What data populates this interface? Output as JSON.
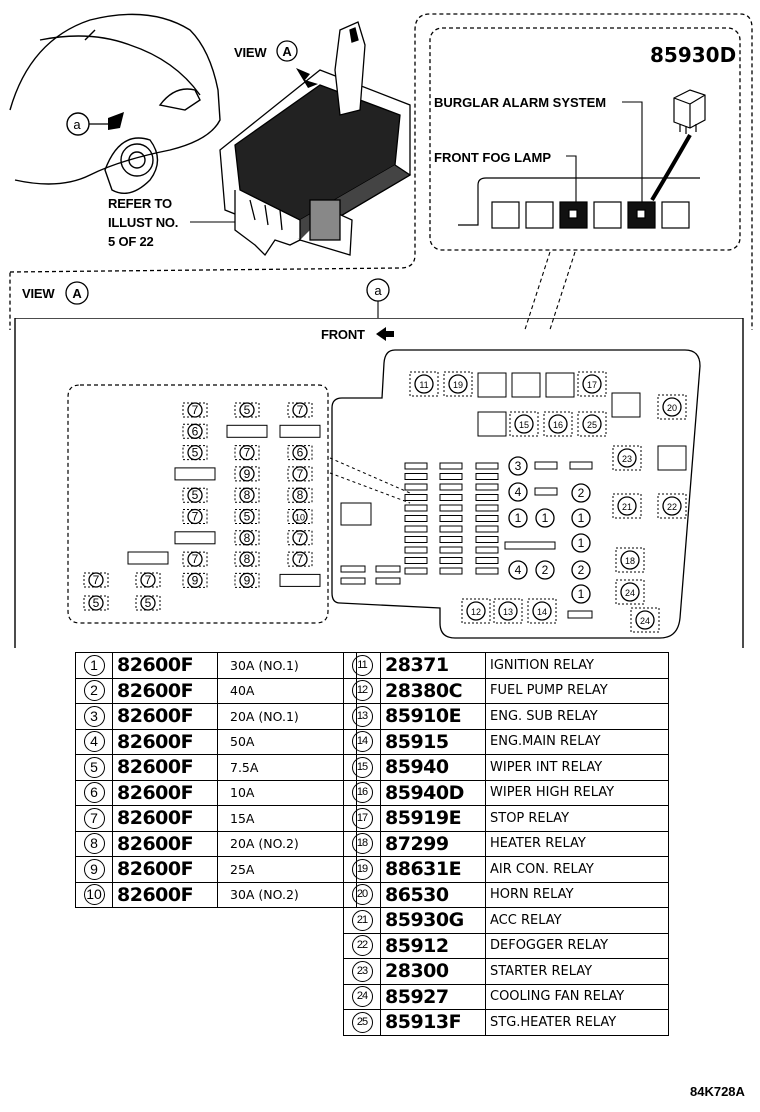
{
  "header": {
    "view_a_label": "VIEW",
    "view_a_letter": "A",
    "refer_to": "REFER TO",
    "illust_no": "ILLUST NO.",
    "page_ref": "5 OF 22",
    "callout_a": "a"
  },
  "inset": {
    "part_number": "85930D",
    "burglar_label": "BURGLAR ALARM SYSTEM",
    "fog_label": "FRONT FOG LAMP"
  },
  "main": {
    "view_label": "VIEW",
    "view_letter": "A",
    "callout_a": "a",
    "front_label": "FRONT"
  },
  "fuses": [
    {
      "num": "1",
      "part": "82600F",
      "rating": "30A (NO.1)"
    },
    {
      "num": "2",
      "part": "82600F",
      "rating": "40A"
    },
    {
      "num": "3",
      "part": "82600F",
      "rating": "20A (NO.1)"
    },
    {
      "num": "4",
      "part": "82600F",
      "rating": "50A"
    },
    {
      "num": "5",
      "part": "82600F",
      "rating": "7.5A"
    },
    {
      "num": "6",
      "part": "82600F",
      "rating": "10A"
    },
    {
      "num": "7",
      "part": "82600F",
      "rating": "15A"
    },
    {
      "num": "8",
      "part": "82600F",
      "rating": "20A (NO.2)"
    },
    {
      "num": "9",
      "part": "82600F",
      "rating": "25A"
    },
    {
      "num": "10",
      "part": "82600F",
      "rating": "30A (NO.2)"
    }
  ],
  "relays": [
    {
      "num": "11",
      "part": "28371",
      "desc": "IGNITION RELAY"
    },
    {
      "num": "12",
      "part": "28380C",
      "desc": "FUEL PUMP RELAY"
    },
    {
      "num": "13",
      "part": "85910E",
      "desc": "ENG. SUB RELAY"
    },
    {
      "num": "14",
      "part": "85915",
      "desc": "ENG.MAIN RELAY"
    },
    {
      "num": "15",
      "part": "85940",
      "desc": "WIPER INT RELAY"
    },
    {
      "num": "16",
      "part": "85940D",
      "desc": "WIPER HIGH RELAY"
    },
    {
      "num": "17",
      "part": "85919E",
      "desc": "STOP RELAY"
    },
    {
      "num": "18",
      "part": "87299",
      "desc": "HEATER RELAY"
    },
    {
      "num": "19",
      "part": "88631E",
      "desc": "AIR CON. RELAY"
    },
    {
      "num": "20",
      "part": "86530",
      "desc": "HORN RELAY"
    },
    {
      "num": "21",
      "part": "85930G",
      "desc": "ACC RELAY"
    },
    {
      "num": "22",
      "part": "85912",
      "desc": "DEFOGGER RELAY"
    },
    {
      "num": "23",
      "part": "28300",
      "desc": "STARTER RELAY"
    },
    {
      "num": "24",
      "part": "85927",
      "desc": "COOLING FAN RELAY"
    },
    {
      "num": "25",
      "part": "85913F",
      "desc": "STG.HEATER RELAY"
    }
  ],
  "footer": {
    "figure_code": "84K728A"
  }
}
